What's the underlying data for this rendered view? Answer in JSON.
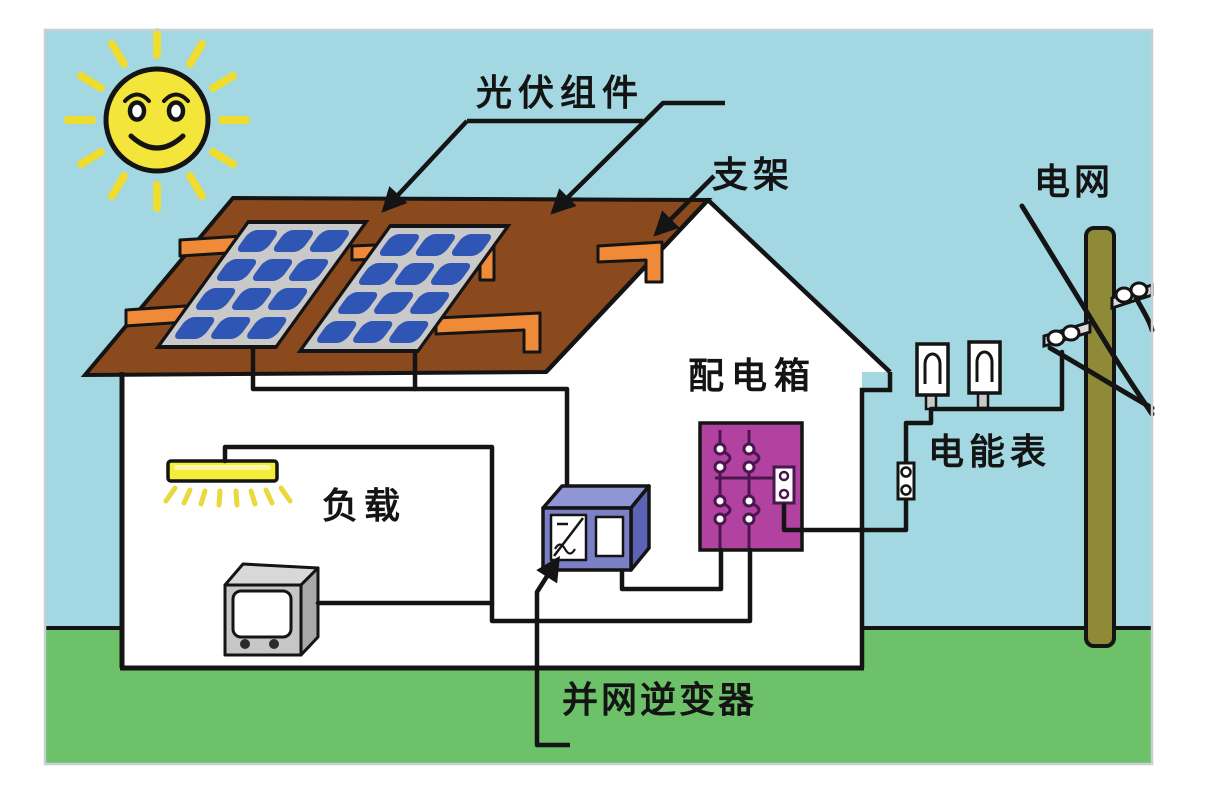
{
  "diagram": {
    "title_hint": "residential grid-connected solar PV system diagram",
    "labels": {
      "pv_modules": "光伏组件",
      "mount_bracket": "支架",
      "power_grid": "电网",
      "distribution_box": "配电箱",
      "energy_meter": "电能表",
      "load": "负载",
      "grid_tie_inverter": "并网逆变器"
    },
    "components": [
      "sun",
      "solar-panel-1",
      "solar-panel-2",
      "roof",
      "house",
      "mount-brackets",
      "grid-tie-inverter",
      "distribution-box",
      "energy-meters",
      "meter-connector",
      "utility-pole",
      "power-lines",
      "ceiling-lamp",
      "television",
      "grass"
    ],
    "colors": {
      "sky": "#a3d8e2",
      "grass": "#6cc169",
      "roof": "#8a4a1d",
      "bracket_orange": "#ef8a38",
      "panel_frame": "#c9c9c9",
      "panel_cell": "#2f55b5",
      "sun_yellow": "#f4e53a",
      "inverter_blue": "#7a7fc6",
      "inverter_top": "#9095d6",
      "inverter_side": "#5d63b4",
      "distribution_magenta": "#b2429f",
      "breaker_purple": "#4a1650",
      "pole_olive": "#8e8a38",
      "lamp_yellow": "#f3ec39",
      "tv_gray": "#c6c6c6",
      "wire_black": "#141414"
    }
  }
}
